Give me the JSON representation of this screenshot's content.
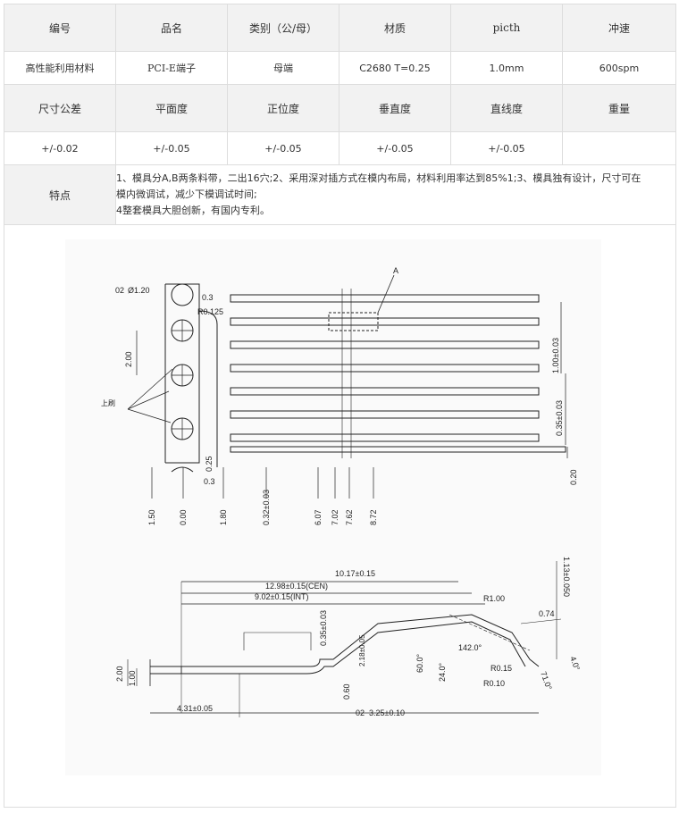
{
  "table": {
    "header1": [
      "编号",
      "品名",
      "类别（公/母）",
      "材质",
      "picth",
      "冲速"
    ],
    "row1": [
      "高性能利用材料",
      "PCI-E端子",
      "母端",
      "C2680 T=0.25",
      "1.0mm",
      "600spm"
    ],
    "header2": [
      "尺寸公差",
      "平面度",
      "正位度",
      "垂直度",
      "直线度",
      "重量"
    ],
    "row2": [
      "+/-0.02",
      "+/-0.05",
      "+/-0.05",
      "+/-0.05",
      "+/-0.05",
      ""
    ],
    "features_label": "特点",
    "features_lines": [
      "1、模具分A,B两条料带，二出16穴;2、采用深对插方式在模内布局，材料利用率达到85%1;3、模具独有设计，尺寸可在",
      "模内微调试，减少下模调试时间;",
      "4整套模具大胆创新，有国内专利。"
    ]
  },
  "drawing": {
    "top_view": {
      "hole_dia": "Ø1.20",
      "tag_02": "02",
      "tag_03": "0.3",
      "radius": "R0.125",
      "pitch": "2.00",
      "detail": "A",
      "guide_label": "上刷",
      "side_1": "1.00±0.03",
      "side_2": "0.35±0.03",
      "side_3": "0.20",
      "tag_025": "0.25",
      "tag_03b": "0.3",
      "bottom_dims": [
        "1.50",
        "0.00",
        "1.80",
        "0.32±0.03",
        "6.07",
        "7.02",
        "7.62",
        "8.72"
      ]
    },
    "side_view": {
      "d1017": "10.17±0.15",
      "d1298": "12.98±0.15(CEN)",
      "d902": "9.02±0.15(INT)",
      "d035": "0.35±0.03",
      "d218": "2.18±0.05",
      "d060": "0.60",
      "d24": "24.0°",
      "d60": "60.0°",
      "d142": "142.0°",
      "r100": "R1.00",
      "r015": "R0.15",
      "r010": "R0.10",
      "d071": "71.0°",
      "d40": "4.0°",
      "d074": "0.74",
      "d113": "1.13±0.050",
      "d200": "2.00",
      "d100": "1.00",
      "d431": "4.31±0.05",
      "d325": "3.25±0.10",
      "tag02": "02"
    }
  }
}
